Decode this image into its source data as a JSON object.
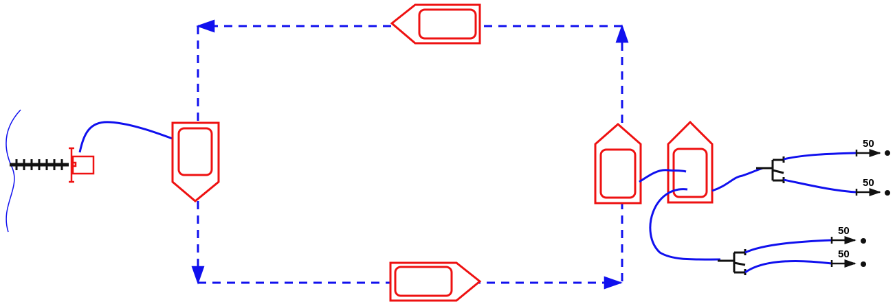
{
  "colors": {
    "route": "#1010ee",
    "hose": "#1010ee",
    "truck": "#ee1111",
    "equipment": "#111111",
    "water_edge": "#1010ee"
  },
  "icons": {
    "truck": "fire-truck-outline-icon",
    "pump_unit": "portable-pump-icon",
    "suction_hose": "suction-hose-icon",
    "divider": "dividing-breeching-icon",
    "nozzle": "branch-nozzle-icon",
    "water_source": "water-source-icon"
  },
  "nozzles": [
    {
      "label": "50"
    },
    {
      "label": "50"
    },
    {
      "label": "50"
    },
    {
      "label": "50"
    }
  ]
}
